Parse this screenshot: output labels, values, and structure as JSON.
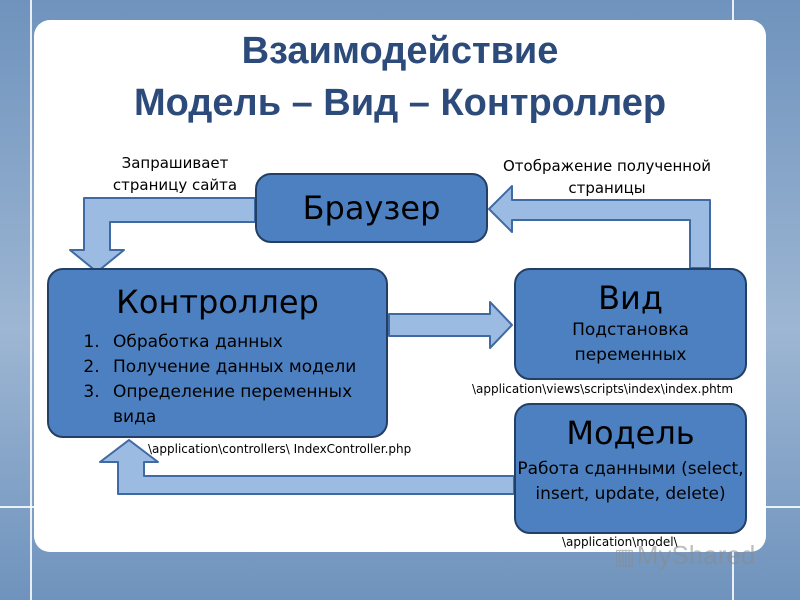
{
  "title": {
    "line1": "Взаимодействие",
    "line2": "Модель – Вид – Контроллер"
  },
  "labels": {
    "request": "Запрашивает страницу сайта",
    "display": "Отображение полученной страницы"
  },
  "browser": {
    "title": "Браузер"
  },
  "controller": {
    "title": "Контроллер",
    "items": [
      "Обработка данных",
      "Получение данных модели",
      "Определение переменных вида"
    ],
    "path": "\\application\\controllers\\ IndexController.php"
  },
  "view": {
    "title": "Вид",
    "desc": "Подстановка переменных",
    "path": "\\application\\views\\scripts\\index\\index.phtm"
  },
  "model": {
    "title": "Модель",
    "desc": "Работа сданными (select, insert, update, delete)",
    "path": "\\application\\model\\"
  },
  "watermark": {
    "text": "MyShared"
  },
  "colors": {
    "box_fill": "#4d80c0",
    "box_border": "#233f66",
    "arrow_fill": "#9bbbe3",
    "arrow_stroke": "#3f6aa3",
    "title": "#2c4a7a"
  }
}
